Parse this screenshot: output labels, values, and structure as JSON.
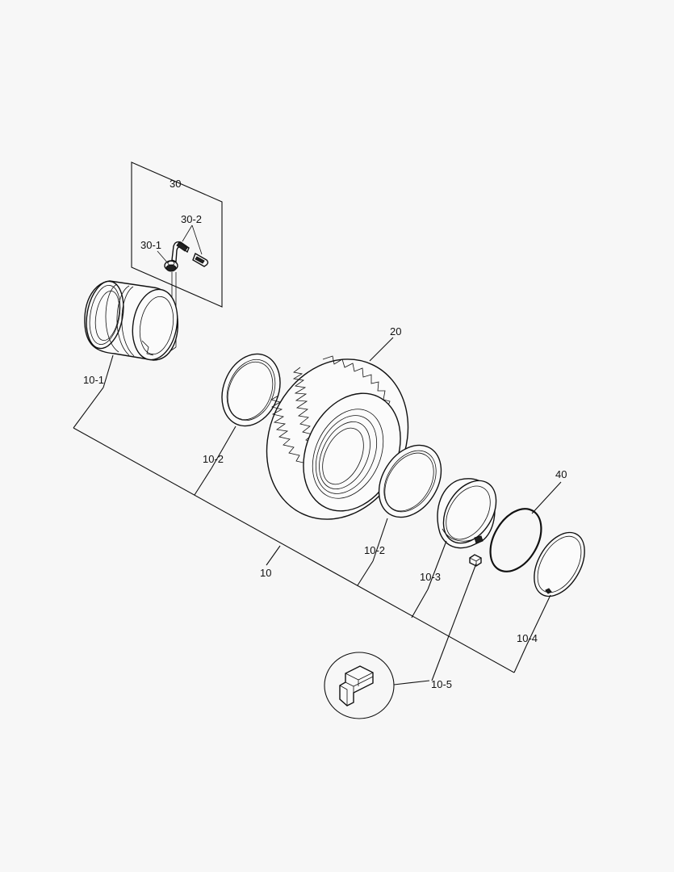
{
  "labels": {
    "l30": "30",
    "l30_2": "30-2",
    "l30_1": "30-1",
    "l20": "20",
    "l10_1": "10-1",
    "l10_2a": "10-2",
    "l10_2b": "10-2",
    "l10": "10",
    "l10_3": "10-3",
    "l40": "40",
    "l10_4": "10-4",
    "l10_5": "10-5"
  }
}
